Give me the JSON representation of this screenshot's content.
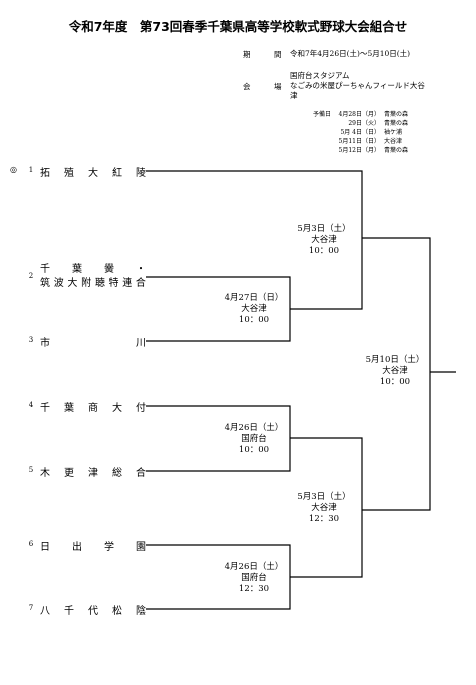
{
  "title": "令和7年度　第73回春季千葉県高等学校軟式野球大会組合せ",
  "info": {
    "period_label": "期　間",
    "period_value": "令和7年4月26日(土)～5月10日(土)",
    "venue_label": "会　場",
    "venue_lines": [
      "国府台スタジアム",
      "なごみの米屋ぴーちゃんフィールド大谷",
      "津"
    ]
  },
  "spare_days": {
    "label": "予備日",
    "rows": [
      {
        "date": "4月28日（月）",
        "venue": "青葉の森"
      },
      {
        "date": "29日（火）",
        "venue": "青葉の森"
      },
      {
        "date": "5月 4日（日）",
        "venue": "袖ケ浦"
      },
      {
        "date": "5月11日（日）",
        "venue": "大谷津"
      },
      {
        "date": "5月12日（月）",
        "venue": "青葉の森"
      }
    ]
  },
  "seed_mark": "◎",
  "teams": [
    {
      "num": "1",
      "name": [
        "拓",
        "殖",
        "大",
        "紅",
        "陵"
      ]
    },
    {
      "num": "2",
      "line1": [
        "千",
        "葉",
        "黌",
        "・"
      ],
      "line2": [
        "筑",
        "波",
        "大",
        "附",
        "聴",
        "特",
        "連",
        "合"
      ]
    },
    {
      "num": "3",
      "name": [
        "市",
        "川"
      ]
    },
    {
      "num": "4",
      "name": [
        "千",
        "葉",
        "商",
        "大",
        "付"
      ]
    },
    {
      "num": "5",
      "name": [
        "木",
        "更",
        "津",
        "総",
        "合"
      ]
    },
    {
      "num": "6",
      "name": [
        "日",
        "出",
        "学",
        "園"
      ]
    },
    {
      "num": "7",
      "name": [
        "八",
        "千",
        "代",
        "松",
        "陰"
      ]
    }
  ],
  "matches": [
    {
      "date": "4月27日（日）",
      "venue": "大谷津",
      "time": "10：00"
    },
    {
      "date": "5月3日（土）",
      "venue": "大谷津",
      "time": "10：00"
    },
    {
      "date": "4月26日（土）",
      "venue": "国府台",
      "time": "10：00"
    },
    {
      "date": "4月26日（土）",
      "venue": "国府台",
      "time": "12：30"
    },
    {
      "date": "5月3日（土）",
      "venue": "大谷津",
      "time": "12：30"
    },
    {
      "date": "5月10日（土）",
      "venue": "大谷津",
      "time": "10：00"
    }
  ]
}
